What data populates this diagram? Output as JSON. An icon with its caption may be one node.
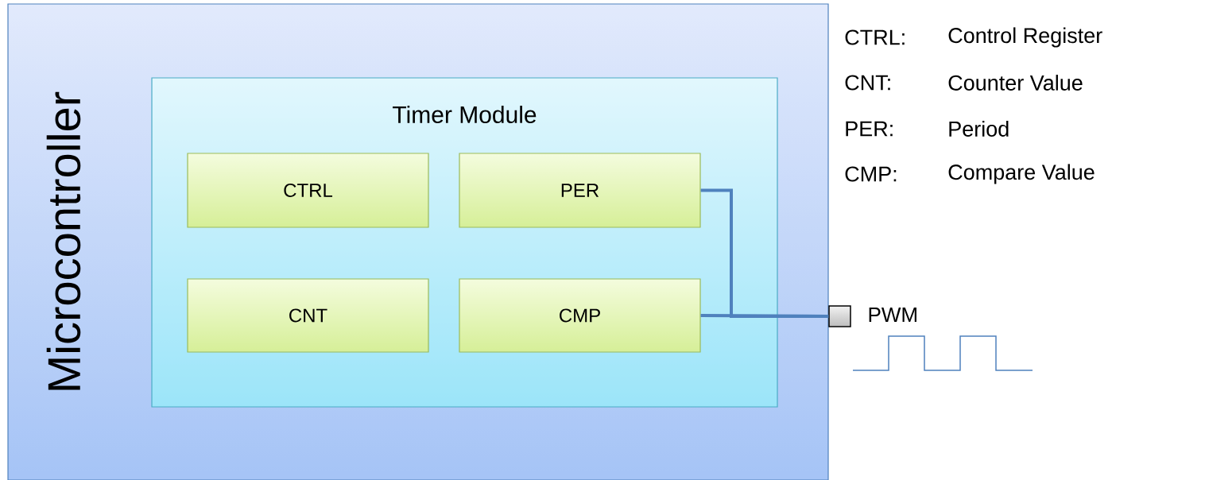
{
  "diagram": {
    "nodes": [
      {
        "text": [
          "Microcontroller"
        ]
      },
      {
        "text": [
          "Timer Module"
        ],
        "in": 0
      },
      {
        "text": [
          "CTRL"
        ],
        "in": 1
      },
      {
        "text": [
          "PER"
        ],
        "in": 1
      },
      {
        "text": [
          "CNT"
        ],
        "in": 1
      },
      {
        "text": [
          "CMP"
        ],
        "in": 1
      },
      {
        "text": [],
        "shape": "box",
        "beside": [
          "PWM"
        ]
      }
    ],
    "edges": [
      {
        "from": 3,
        "to": 6,
        "arrow": "none"
      },
      {
        "from": 5,
        "to": 6,
        "arrow": "none"
      }
    ],
    "labels": [
      "CTRL:",
      "Control Register",
      "CNT:",
      "Counter Value",
      "PER:",
      "Period",
      "CMP:",
      "Compare Value"
    ]
  }
}
